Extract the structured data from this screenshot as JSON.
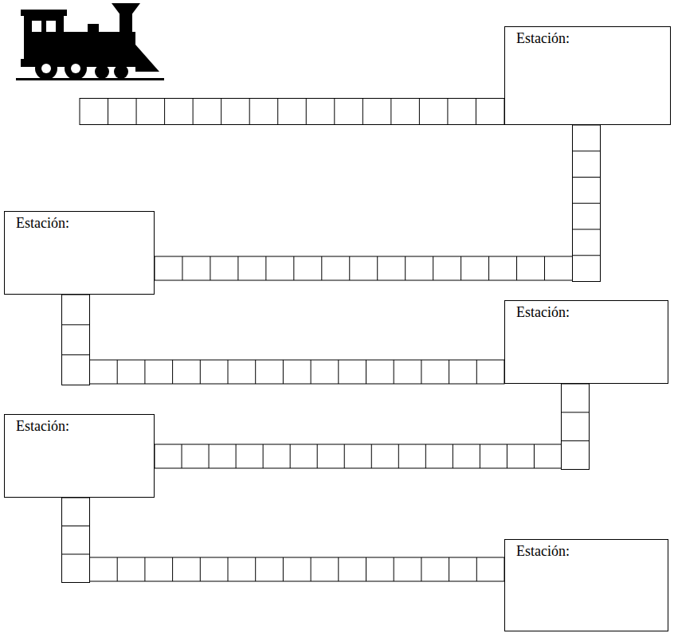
{
  "diagram": {
    "nodes": [
      {
        "text": [
          "Estación:"
        ]
      },
      {
        "text": [
          "Estación:"
        ]
      },
      {
        "text": [
          "Estación:"
        ]
      },
      {
        "text": [
          "Estación:"
        ]
      },
      {
        "text": [
          "Estación:"
        ]
      }
    ],
    "edges": [
      {
        "from": 0,
        "to": 1,
        "arrow": "none"
      },
      {
        "from": 1,
        "to": 2,
        "arrow": "none"
      },
      {
        "from": 2,
        "to": 3,
        "arrow": "none"
      },
      {
        "from": 3,
        "to": 4,
        "arrow": "none"
      }
    ]
  }
}
